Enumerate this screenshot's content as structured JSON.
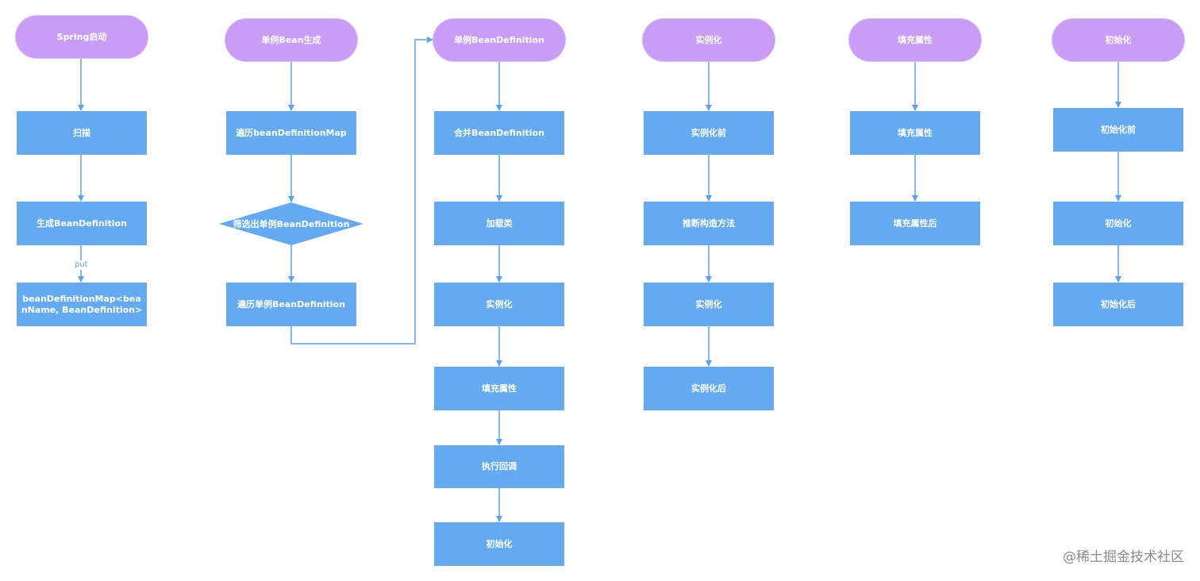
{
  "colors": {
    "terminal": "#c99cf6",
    "process": "#64aaf1",
    "connector": "#5aa2ee"
  },
  "columns": [
    {
      "start": "Spring启动",
      "steps": [
        "扫描",
        "生成BeanDefinition",
        "beanDefinitionMap<beanName, BeanDefinition>"
      ],
      "edge_label": "put"
    },
    {
      "start": "单例Bean生成",
      "steps": [
        "遍历beanDefinitionMap",
        "筛选出单例BeanDefinition",
        "遍历单例BeanDefinition"
      ]
    },
    {
      "start": "单例BeanDefinition",
      "steps": [
        "合并BeanDefinition",
        "加载类",
        "实例化",
        "填充属性",
        "执行回调",
        "初始化"
      ]
    },
    {
      "start": "实例化",
      "steps": [
        "实例化前",
        "推断构造方法",
        "实例化",
        "实例化后"
      ]
    },
    {
      "start": "填充属性",
      "steps": [
        "填充属性",
        "填充属性后"
      ]
    },
    {
      "start": "初始化",
      "steps": [
        "初始化前",
        "初始化",
        "初始化后"
      ]
    }
  ],
  "watermark": "@稀土掘金技术社区"
}
